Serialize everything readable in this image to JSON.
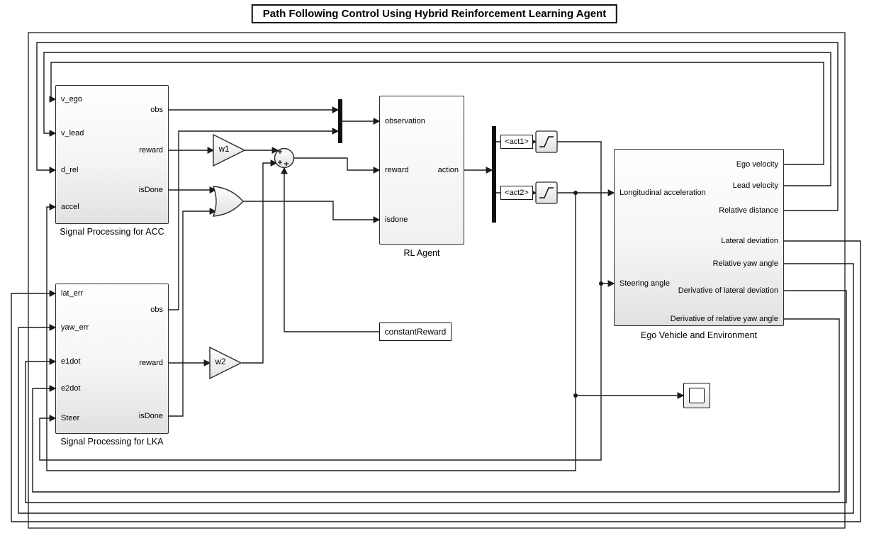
{
  "title": "Path Following Control Using Hybrid Reinforcement Learning Agent",
  "colors": {
    "wire": "#1a1a1a",
    "block_border": "#2b2b2b",
    "mux_fill": "#111111"
  },
  "blocks": {
    "acc": {
      "label": "Signal Processing for ACC",
      "inputs": [
        "v_ego",
        "v_lead",
        "d_rel",
        "accel"
      ],
      "outputs": [
        "obs",
        "reward",
        "isDone"
      ]
    },
    "lka": {
      "label": "Signal Processing for LKA",
      "inputs": [
        "lat_err",
        "yaw_err",
        "e1dot",
        "e2dot",
        "Steer"
      ],
      "outputs": [
        "obs",
        "reward",
        "isDone"
      ]
    },
    "gain_w1": {
      "label": "w1"
    },
    "gain_w2": {
      "label": "w2"
    },
    "rl_agent": {
      "label": "RL Agent",
      "inputs": [
        "observation",
        "reward",
        "isdone"
      ],
      "outputs": [
        "action"
      ]
    },
    "constant": {
      "label": "constantReward"
    },
    "act1": {
      "label": "<act1>"
    },
    "act2": {
      "label": "<act2>"
    },
    "ego": {
      "label": "Ego Vehicle and Environment",
      "inputs": [
        "Longitudinal acceleration",
        "Steering angle"
      ],
      "outputs": [
        "Ego velocity",
        "Lead velocity",
        "Relative distance",
        "Lateral deviation",
        "Relative yaw angle",
        "Derivative of lateral deviation",
        "Derivative of relative yaw angle"
      ]
    }
  }
}
